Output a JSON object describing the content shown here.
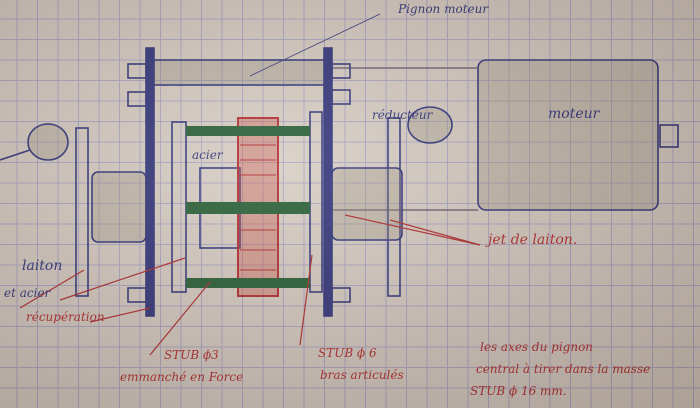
{
  "labels": {
    "pignon_moteur": "Pignon moteur",
    "acier": "acier",
    "reducteur": "réducteur",
    "moteur": "moteur",
    "jet_laiton": "jet de laiton.",
    "laiton": "laiton",
    "et_acier": "et acier",
    "recuperation": "récupération",
    "stub3": "STUB ϕ3",
    "emmanche": "emmanché en Force",
    "stub6": "STUB ϕ 6",
    "bras": "bras articulés",
    "note_line1": "les axes du pignon",
    "note_line2": "central à tirer dans la masse",
    "note_line3": "STUB ϕ 16 mm."
  },
  "colors": {
    "ink_blue": "#2a2f7a",
    "ink_red": "#b0262a",
    "green": "#1f5a30",
    "pencil": "#7c7263"
  }
}
